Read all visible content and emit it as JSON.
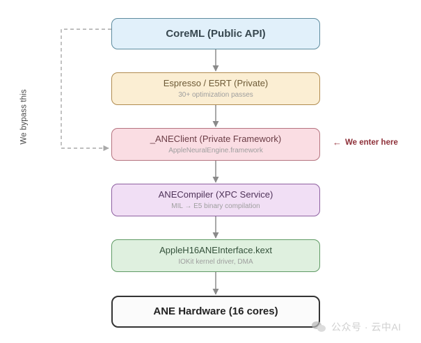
{
  "diagram": {
    "type": "flowchart",
    "orientation": "vertical",
    "nodes": [
      {
        "id": "coreml",
        "title": "CoreML (Public API)",
        "subtitle": "",
        "fill": "#e1f0fa",
        "border": "#5d8b9e"
      },
      {
        "id": "espresso",
        "title": "Espresso / E5RT (Private)",
        "subtitle": "30+ optimization passes",
        "fill": "#fbeed3",
        "border": "#b08b4f"
      },
      {
        "id": "aneclient",
        "title": "_ANEClient (Private Framework)",
        "subtitle": "AppleNeuralEngine.framework",
        "fill": "#fadde3",
        "border": "#b4737f"
      },
      {
        "id": "compiler",
        "title": "ANECompiler (XPC Service)",
        "subtitle": "MIL → E5 binary compilation",
        "fill": "#f1dff5",
        "border": "#8d5fa0"
      },
      {
        "id": "kext",
        "title": "AppleH16ANEInterface.kext",
        "subtitle": "IOKit kernel driver, DMA",
        "fill": "#dff0df",
        "border": "#5f9a64"
      },
      {
        "id": "hardware",
        "title": "ANE Hardware (16 cores)",
        "subtitle": "",
        "fill": "#fbfbfb",
        "border": "#333333"
      }
    ],
    "annotations": {
      "bypass_label": "We bypass this",
      "enter_arrow": "←",
      "enter_label": "We enter here"
    }
  },
  "watermark": {
    "icon": "speech-bubble-icon",
    "text": "公众号 · 云中AI"
  }
}
